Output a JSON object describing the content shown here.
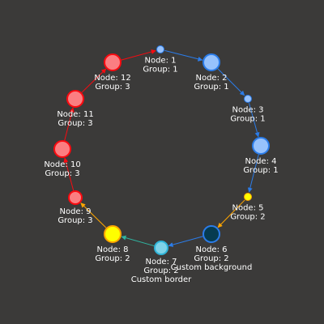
{
  "graph": {
    "background": "#3b3a39",
    "group_colors": {
      "1": {
        "fill": "#97c2fc",
        "border": "#2b7ce9"
      },
      "2": {
        "fill": "#ffff00",
        "border": "#ffa500"
      },
      "3": {
        "fill": "#fb7e81",
        "border": "#fa0a10"
      }
    },
    "nodes": [
      {
        "id": 1,
        "group": 1,
        "label": "Node: 1",
        "sublabel": "Group: 1",
        "size": "small"
      },
      {
        "id": 2,
        "group": 1,
        "label": "Node: 2",
        "sublabel": "Group: 1",
        "size": "large"
      },
      {
        "id": 3,
        "group": 1,
        "label": "Node: 3",
        "sublabel": "Group: 1",
        "size": "small"
      },
      {
        "id": 4,
        "group": 1,
        "label": "Node: 4",
        "sublabel": "Group: 1",
        "size": "large"
      },
      {
        "id": 5,
        "group": 2,
        "label": "Node: 5",
        "sublabel": "Group: 2",
        "size": "small"
      },
      {
        "id": 6,
        "group": 2,
        "label": "Node: 6",
        "sublabel": "Group: 2",
        "extra": "Custom background",
        "size": "large",
        "fill": "#063b50",
        "border": "#2b7ce9"
      },
      {
        "id": 7,
        "group": 2,
        "label": "Node: 7",
        "sublabel": "Group: 2",
        "extra": "Custom border",
        "size": "medium",
        "fill": "#7fd3e8",
        "border": "#2fb4d8"
      },
      {
        "id": 8,
        "group": 2,
        "label": "Node: 8",
        "sublabel": "Group: 2",
        "size": "large"
      },
      {
        "id": 9,
        "group": 3,
        "label": "Node: 9",
        "sublabel": "Group: 3",
        "size": "medium"
      },
      {
        "id": 10,
        "group": 3,
        "label": "Node: 10",
        "sublabel": "Group: 3",
        "size": "large"
      },
      {
        "id": 11,
        "group": 3,
        "label": "Node: 11",
        "sublabel": "Group: 3",
        "size": "large"
      },
      {
        "id": 12,
        "group": 3,
        "label": "Node: 12",
        "sublabel": "Group: 3",
        "size": "large"
      }
    ],
    "edges": [
      {
        "from": 1,
        "to": 2,
        "color": "#2b7ce9"
      },
      {
        "from": 2,
        "to": 3,
        "color": "#2b7ce9"
      },
      {
        "from": 3,
        "to": 4,
        "color": "#2b7ce9"
      },
      {
        "from": 4,
        "to": 5,
        "color": "#2b7ce9"
      },
      {
        "from": 5,
        "to": 6,
        "color": "#ffa500"
      },
      {
        "from": 6,
        "to": 7,
        "color": "#2b7ce9"
      },
      {
        "from": 7,
        "to": 8,
        "color": "#2fb4a0"
      },
      {
        "from": 8,
        "to": 9,
        "color": "#ffa500"
      },
      {
        "from": 9,
        "to": 10,
        "color": "#fa0a10"
      },
      {
        "from": 10,
        "to": 11,
        "color": "#fa0a10"
      },
      {
        "from": 11,
        "to": 12,
        "color": "#fa0a10"
      },
      {
        "from": 12,
        "to": 1,
        "color": "#fa0a10"
      }
    ]
  }
}
